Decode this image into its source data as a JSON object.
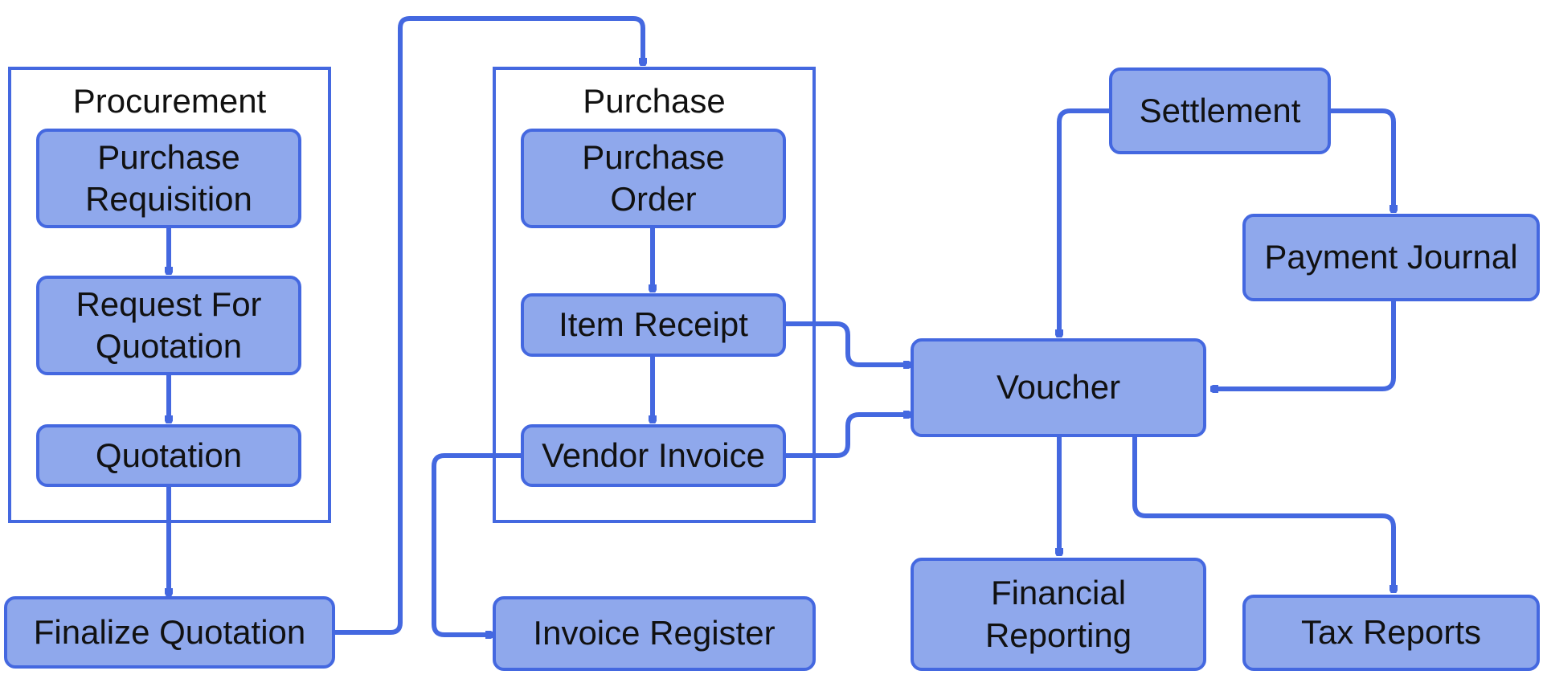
{
  "colors": {
    "stroke": "#4468e0",
    "node_fill": "#8fa8ec",
    "text": "#111111",
    "background": "#ffffff"
  },
  "groups": {
    "procurement": {
      "title": "Procurement"
    },
    "purchase": {
      "title": "Purchase"
    }
  },
  "nodes": {
    "purchase_requisition": {
      "line1": "Purchase",
      "line2": "Requisition"
    },
    "request_for_quotation": {
      "line1": "Request For",
      "line2": "Quotation"
    },
    "quotation": {
      "label": "Quotation"
    },
    "finalize_quotation": {
      "label": "Finalize Quotation"
    },
    "purchase_order": {
      "line1": "Purchase",
      "line2": "Order"
    },
    "item_receipt": {
      "label": "Item Receipt"
    },
    "vendor_invoice": {
      "label": "Vendor Invoice"
    },
    "invoice_register": {
      "label": "Invoice Register"
    },
    "settlement": {
      "label": "Settlement"
    },
    "payment_journal": {
      "label": "Payment Journal"
    },
    "voucher": {
      "label": "Voucher"
    },
    "financial_reporting": {
      "line1": "Financial",
      "line2": "Reporting"
    },
    "tax_reports": {
      "label": "Tax Reports"
    }
  },
  "edges": [
    {
      "from": "purchase_requisition",
      "to": "request_for_quotation"
    },
    {
      "from": "request_for_quotation",
      "to": "quotation"
    },
    {
      "from": "quotation",
      "to": "finalize_quotation"
    },
    {
      "from": "finalize_quotation",
      "to": "purchase"
    },
    {
      "from": "purchase_order",
      "to": "item_receipt"
    },
    {
      "from": "item_receipt",
      "to": "vendor_invoice"
    },
    {
      "from": "item_receipt",
      "to": "voucher"
    },
    {
      "from": "vendor_invoice",
      "to": "voucher"
    },
    {
      "from": "vendor_invoice",
      "to": "invoice_register"
    },
    {
      "from": "settlement",
      "to": "voucher"
    },
    {
      "from": "settlement",
      "to": "payment_journal"
    },
    {
      "from": "payment_journal",
      "to": "voucher"
    },
    {
      "from": "voucher",
      "to": "financial_reporting"
    },
    {
      "from": "voucher",
      "to": "tax_reports"
    }
  ]
}
